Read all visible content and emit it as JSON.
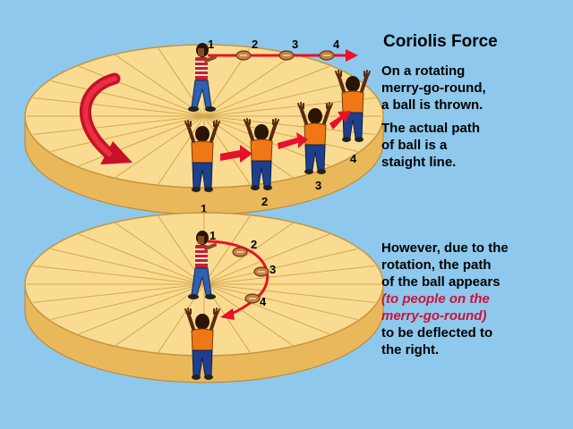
{
  "title": "Coriolis Force",
  "paragraph1": [
    "On a rotating",
    "merry-go-round,",
    "a ball is thrown."
  ],
  "paragraph2": [
    "The actual path",
    "of ball is a",
    "staight line."
  ],
  "paragraph3": {
    "lines": [
      "However, due to the",
      "rotation, the path",
      "of the ball appears"
    ],
    "highlighted_lines": [
      "(to people on the",
      "merry-go-round)"
    ],
    "tail_lines": [
      "to be deflected to",
      "the right."
    ]
  },
  "top_diagram": {
    "ball_labels": [
      "1",
      "2",
      "3",
      "4"
    ],
    "catcher_labels": [
      "1",
      "2",
      "3",
      "4"
    ]
  },
  "bottom_diagram": {
    "ball_labels": [
      "1",
      "2",
      "3",
      "4"
    ]
  },
  "colors": {
    "background": "#8ec8ec",
    "disk_top": "#f9dc92",
    "disk_side": "#e8b85a",
    "arrow_red": "#e8102a",
    "highlight_text": "#d0103a",
    "shirt": "#f07814",
    "jeans": "#1e3f8c"
  }
}
